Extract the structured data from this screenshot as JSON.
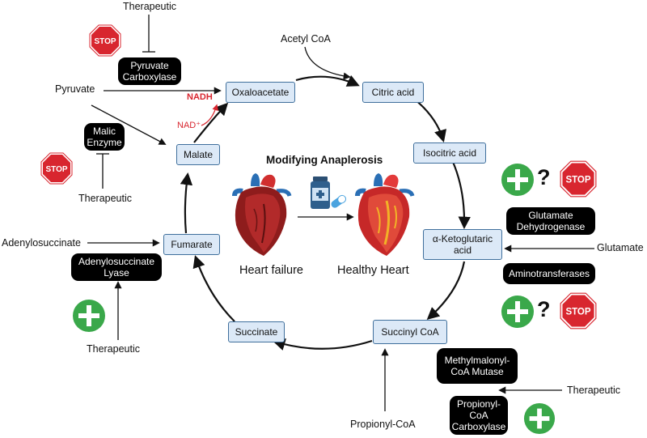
{
  "title": "Modifying Anaplerosis",
  "cycle": {
    "oxaloacetate": "Oxaloacetate",
    "citric": "Citric acid",
    "isocitric": "Isocitric acid",
    "akg": "α-Ketoglutaric acid",
    "succinyl": "Succinyl CoA",
    "succinate": "Succinate",
    "fumarate": "Fumarate",
    "malate": "Malate"
  },
  "inputs": {
    "acetyl_coa": "Acetyl CoA",
    "pyruvate": "Pyruvate",
    "adenylosuccinate": "Adenylosuccinate",
    "glutamate": "Glutamate",
    "propionyl_coa": "Propionyl-CoA"
  },
  "enzymes": {
    "pyruvate_carboxylase": "Pyruvate Carboxylase",
    "malic_enzyme": "Malic Enzyme",
    "adenylosuccinate_lyase": "Adenylosuccinate Lyase",
    "glutamate_dh": "Glutamate Dehydrogenase",
    "aminotransferases": "Aminotransferases",
    "mm_coa_mutase": "Methylmalonyl-CoA Mutase",
    "propionyl_coa_carboxylase": "Propionyl-CoA Carboxylase"
  },
  "cofactors": {
    "nadh": "NADH",
    "nad": "NAD⁺"
  },
  "therapeutic": "Therapeutic",
  "stop": "STOP",
  "question": "?",
  "hearts": {
    "failure": "Heart failure",
    "healthy": "Healthy Heart"
  },
  "colors": {
    "node_fill": "#dce9f7",
    "node_border": "#3f6f9c",
    "stop_red": "#d8262f",
    "plus_green": "#3aa84a",
    "nad_red": "#d8262f"
  },
  "icons": [
    "stop-sign-icon",
    "plus-circle-icon",
    "heart-icon",
    "medicine-icon"
  ]
}
